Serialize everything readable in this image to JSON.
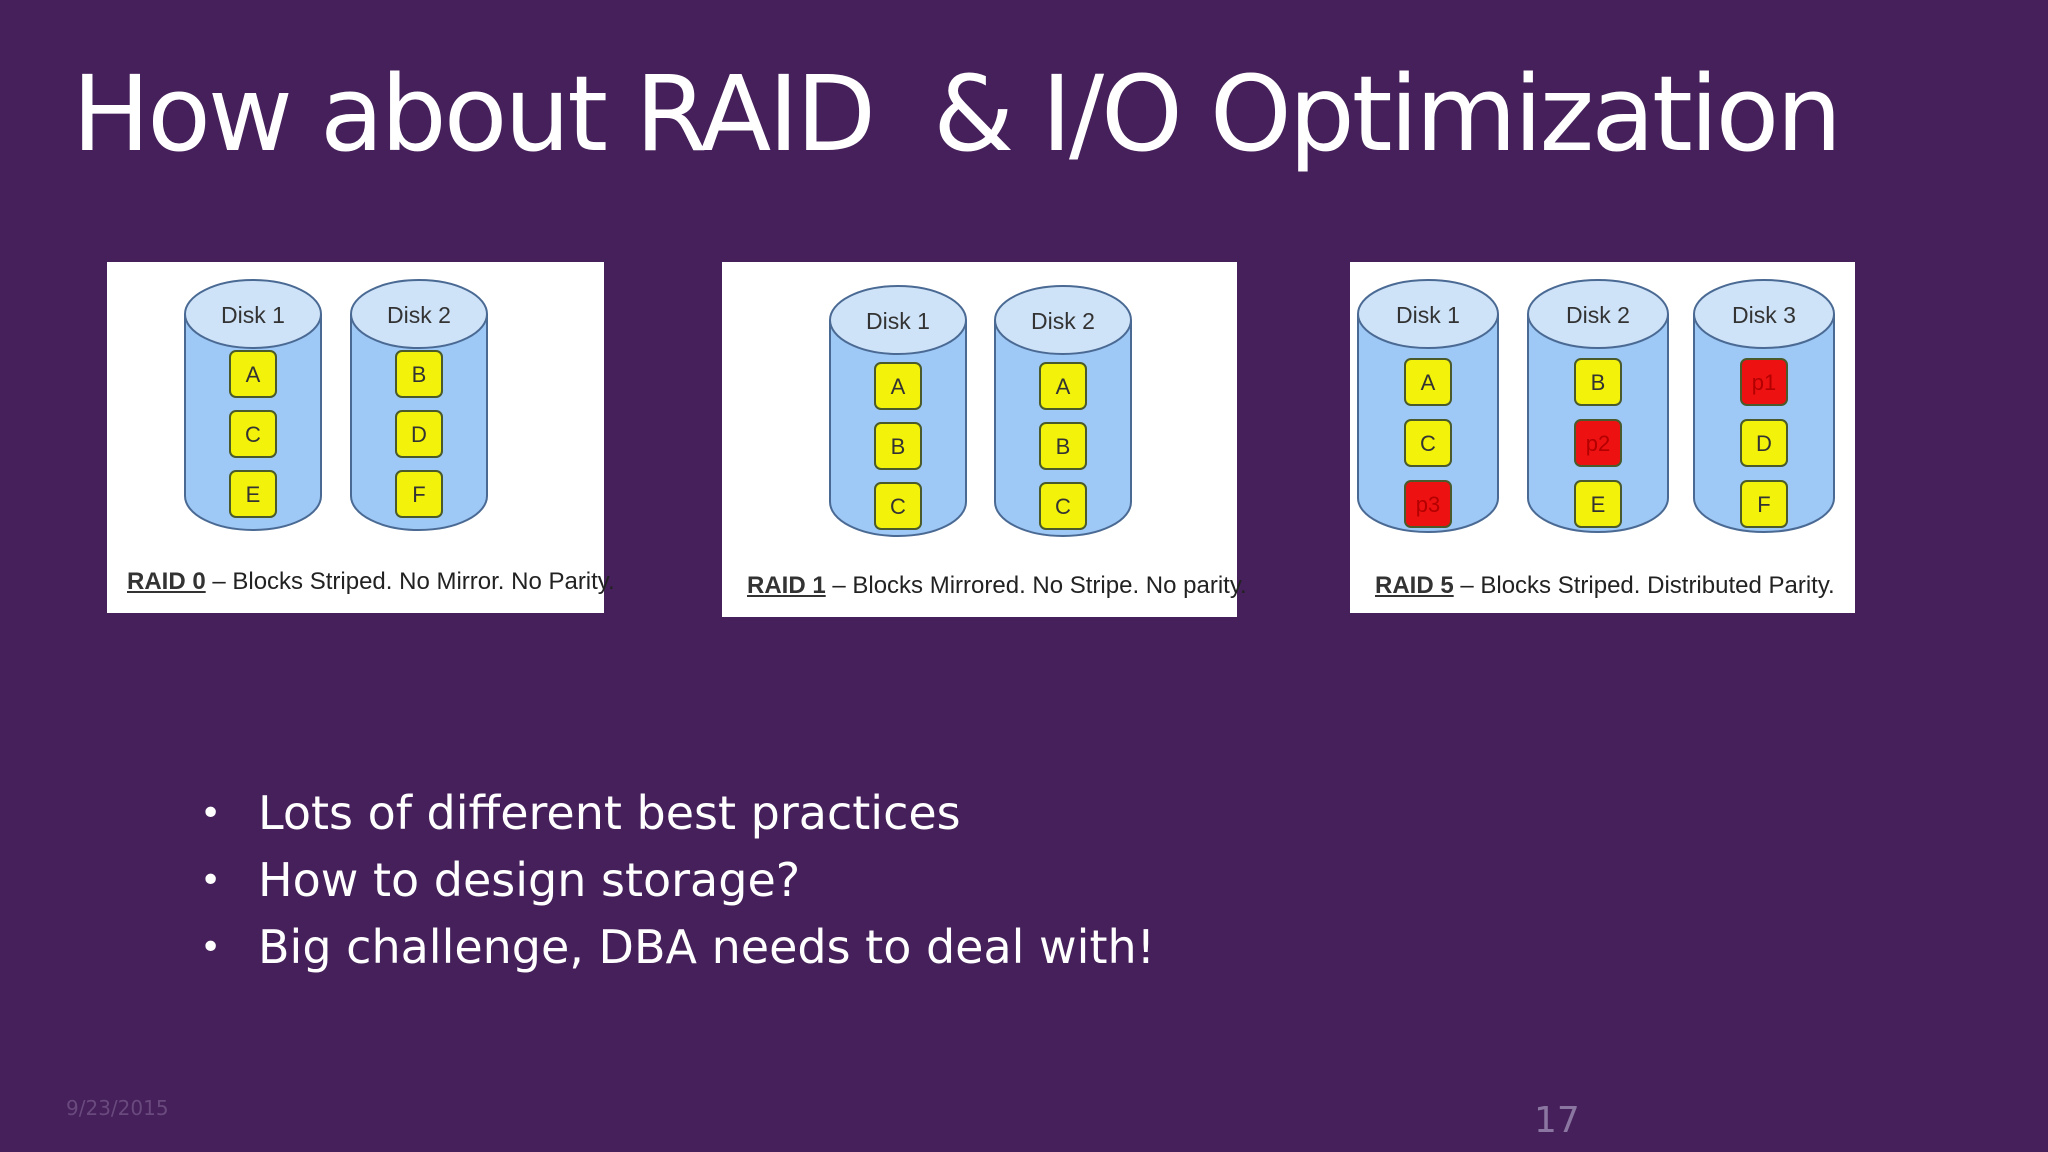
{
  "slide": {
    "title": "How about RAID  & I/O Optimization",
    "date": "9/23/2015",
    "page_number": "17"
  },
  "diagrams": [
    {
      "raid_label": "RAID 0",
      "description": " – Blocks Striped. No Mirror. No Parity.",
      "disks": [
        {
          "name": "Disk 1",
          "blocks": [
            {
              "label": "A",
              "parity": false
            },
            {
              "label": "C",
              "parity": false
            },
            {
              "label": "E",
              "parity": false
            }
          ]
        },
        {
          "name": "Disk 2",
          "blocks": [
            {
              "label": "B",
              "parity": false
            },
            {
              "label": "D",
              "parity": false
            },
            {
              "label": "F",
              "parity": false
            }
          ]
        }
      ]
    },
    {
      "raid_label": "RAID 1",
      "description": " – Blocks Mirrored. No Stripe. No parity.",
      "disks": [
        {
          "name": "Disk 1",
          "blocks": [
            {
              "label": "A",
              "parity": false
            },
            {
              "label": "B",
              "parity": false
            },
            {
              "label": "C",
              "parity": false
            }
          ]
        },
        {
          "name": "Disk 2",
          "blocks": [
            {
              "label": "A",
              "parity": false
            },
            {
              "label": "B",
              "parity": false
            },
            {
              "label": "C",
              "parity": false
            }
          ]
        }
      ]
    },
    {
      "raid_label": "RAID 5",
      "description": " – Blocks Striped. Distributed Parity.",
      "disks": [
        {
          "name": "Disk 1",
          "blocks": [
            {
              "label": "A",
              "parity": false
            },
            {
              "label": "C",
              "parity": false
            },
            {
              "label": "p3",
              "parity": true
            }
          ]
        },
        {
          "name": "Disk 2",
          "blocks": [
            {
              "label": "B",
              "parity": false
            },
            {
              "label": "p2",
              "parity": true
            },
            {
              "label": "E",
              "parity": false
            }
          ]
        },
        {
          "name": "Disk 3",
          "blocks": [
            {
              "label": "p1",
              "parity": true
            },
            {
              "label": "D",
              "parity": false
            },
            {
              "label": "F",
              "parity": false
            }
          ]
        }
      ]
    }
  ],
  "bullets": [
    "Lots of different best practices",
    "How to design storage?",
    "Big challenge, DBA needs to deal with!"
  ],
  "colors": {
    "background": "#45205a",
    "disk_fill": "#9ec8f5",
    "disk_stroke": "#4a6a94",
    "block_fill": "#f2f20a",
    "parity_fill": "#ee1111"
  }
}
